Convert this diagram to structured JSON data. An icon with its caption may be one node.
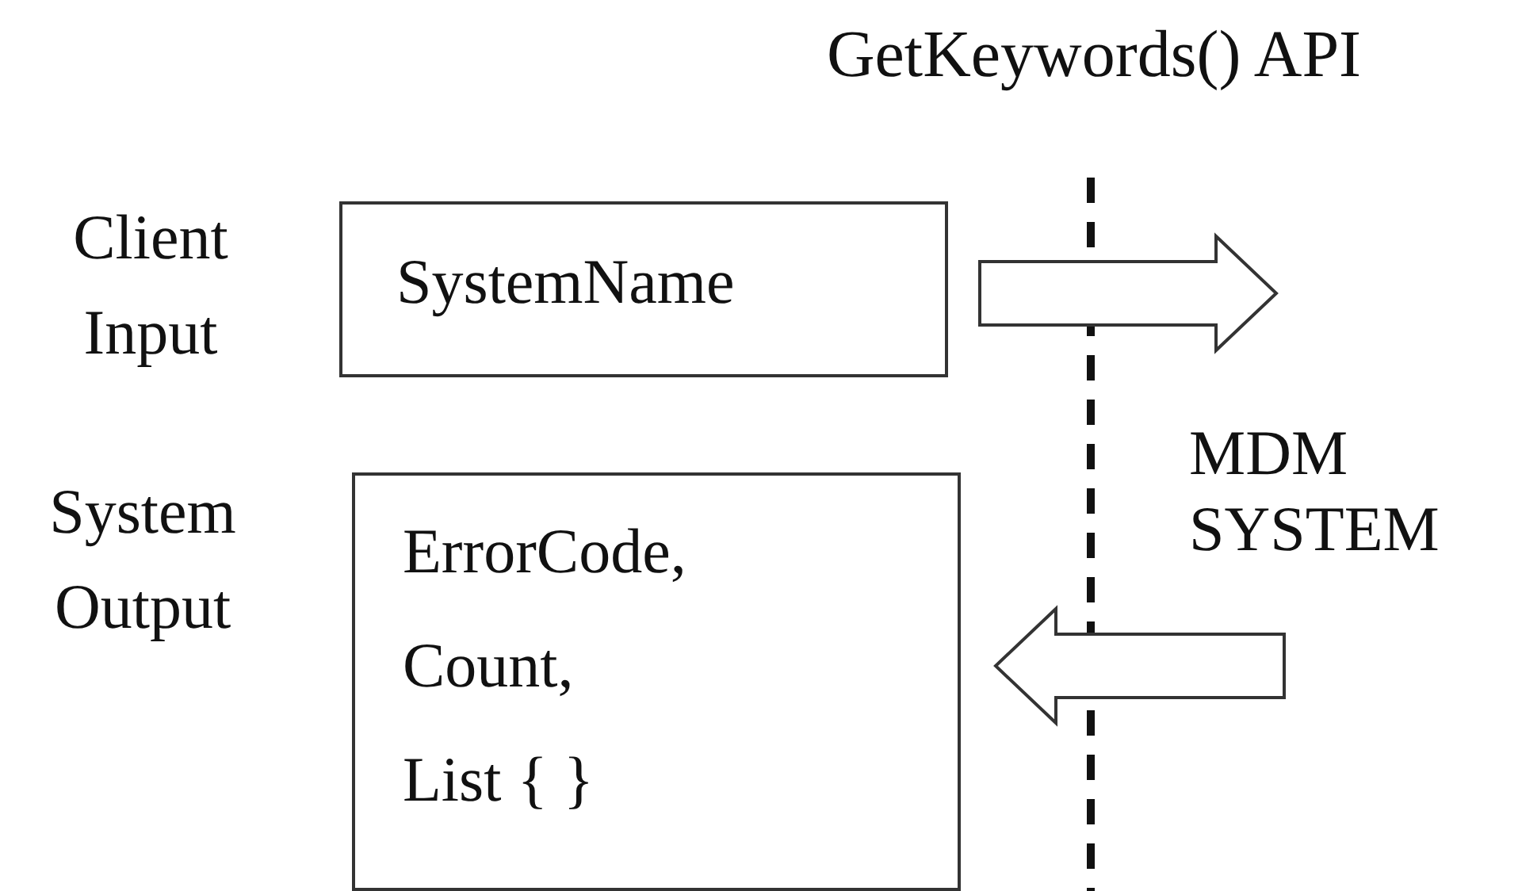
{
  "diagram": {
    "title": "GetKeywords() API",
    "nodes": [
      {
        "text": [
          "SystemName"
        ]
      },
      {
        "text": [
          "ErrorCode,",
          "Count,",
          "List { }"
        ]
      },
      {
        "text": [
          "MDM SYSTEM"
        ]
      }
    ],
    "edges": [
      {
        "from": 0,
        "to": 2,
        "arrow": "to"
      },
      {
        "from": 2,
        "to": 1,
        "arrow": "to"
      }
    ],
    "labels": [
      "Client Input",
      "System Output"
    ]
  }
}
